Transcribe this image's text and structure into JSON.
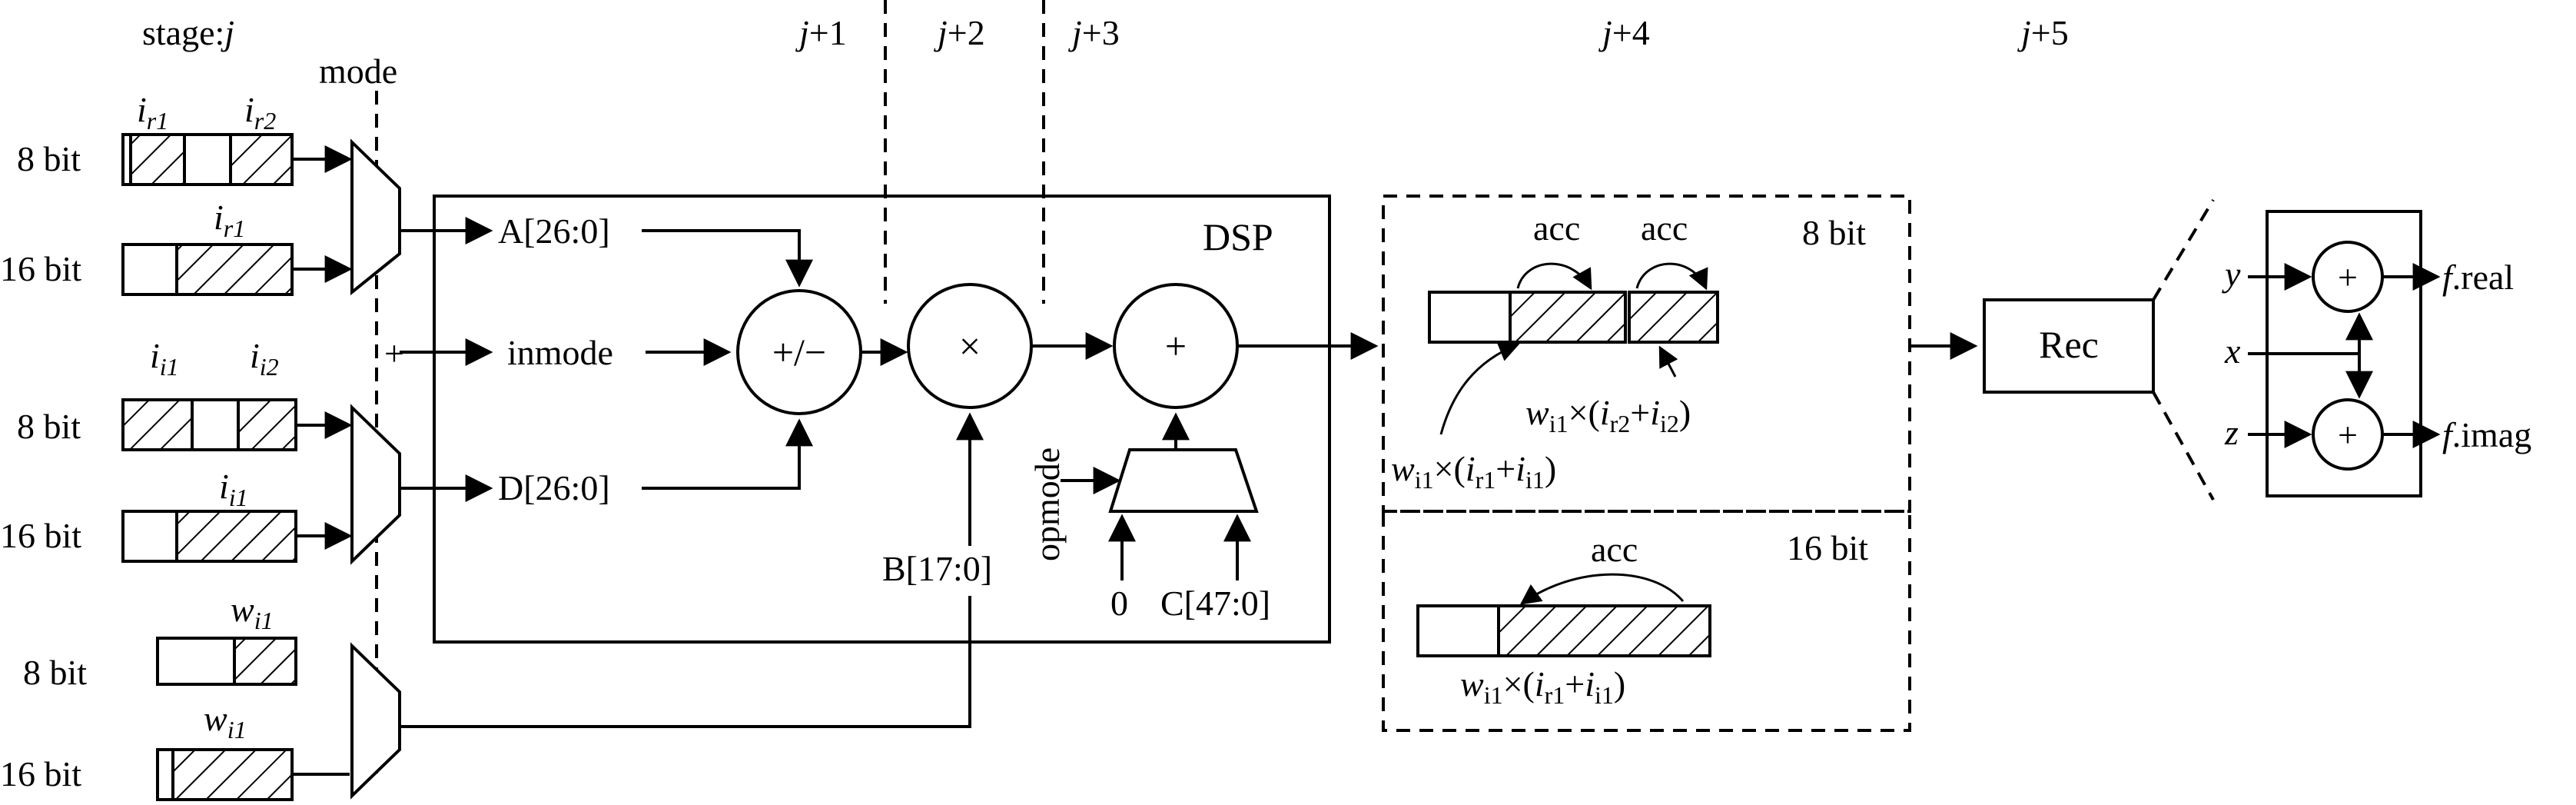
{
  "stages": [
    "stage:",
    "j",
    "+1",
    "+2",
    "+3",
    "+4",
    "+5"
  ],
  "inputs": {
    "mode": "mode",
    "bits8": "8 bit",
    "bits16": "16 bit",
    "i": "i",
    "w": "w",
    "r1": "r1",
    "r2": "r2",
    "i1": "i1",
    "i2": "i2",
    "plus": "+"
  },
  "dsp": {
    "title": "DSP",
    "a_port": "A[26:0]",
    "inmode": "inmode",
    "d_port": "D[26:0]",
    "b_port": "B[17:0]",
    "c_port": "C[47:0]",
    "opmode": "opmode",
    "zero": "0",
    "pre_adder": "+/−",
    "multiplier": "×",
    "adder": "+"
  },
  "accumulator": {
    "bits8": "8 bit",
    "bits16": "16 bit",
    "acc": "acc",
    "times": "×(",
    "plus": "+",
    "close": ")"
  },
  "rec": {
    "label": "Rec",
    "y": "y",
    "x": "x",
    "z": "z",
    "f": "f",
    "real": ".real",
    "imag": ".imag",
    "plus": "+"
  }
}
